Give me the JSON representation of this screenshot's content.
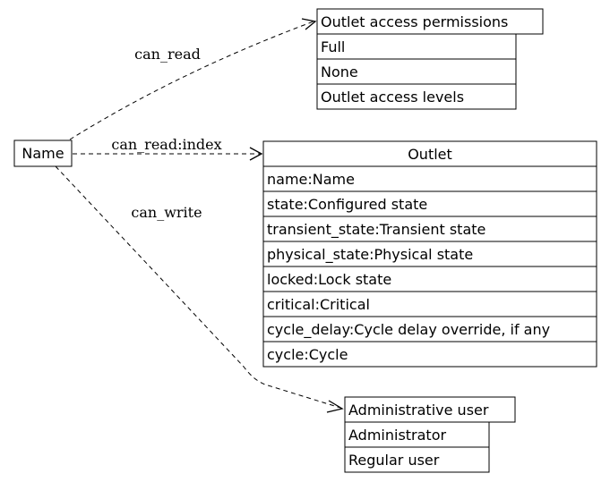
{
  "nodes": {
    "name": {
      "label": "Name"
    },
    "permissions": {
      "title": "Outlet access permissions",
      "rows": [
        "Full",
        "None",
        "Outlet access levels"
      ]
    },
    "outlet": {
      "title": "Outlet",
      "rows": [
        "name:Name",
        "state:Configured state",
        "transient_state:Transient state",
        "physical_state:Physical state",
        "locked:Lock state",
        "critical:Critical",
        "cycle_delay:Cycle delay override, if any",
        "cycle:Cycle"
      ]
    },
    "admin_user": {
      "title": "Administrative user",
      "rows": [
        "Administrator",
        "Regular user"
      ]
    }
  },
  "edges": {
    "can_read": "can_read",
    "can_read_index": "can_read:index",
    "can_write": "can_write"
  }
}
